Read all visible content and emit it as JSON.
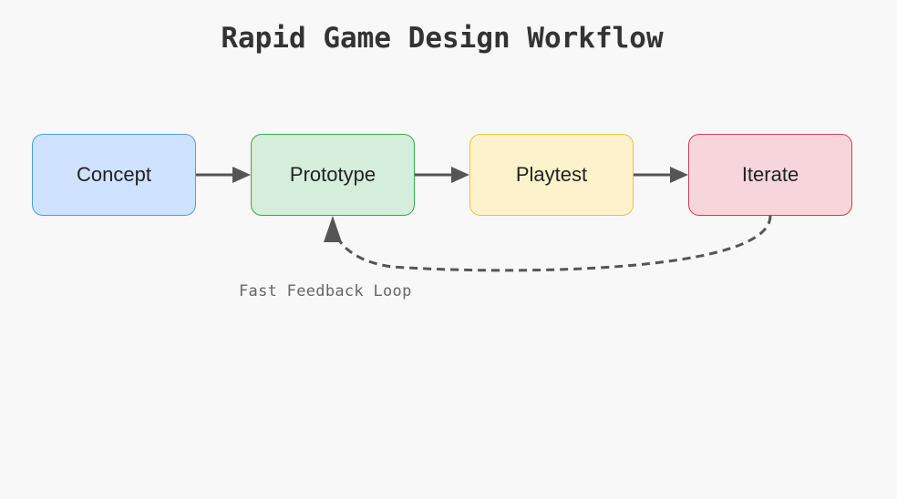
{
  "title": "Rapid Game Design Workflow",
  "nodes": [
    {
      "label": "Concept",
      "fill": "#cfe2ff",
      "border": "#4a9eea"
    },
    {
      "label": "Prototype",
      "fill": "#d5eddb",
      "border": "#3aa84d"
    },
    {
      "label": "Playtest",
      "fill": "#fdf2cc",
      "border": "#f0c23a"
    },
    {
      "label": "Iterate",
      "fill": "#f6d6da",
      "border": "#cc4055"
    }
  ],
  "edges": [
    {
      "from": "Concept",
      "to": "Prototype",
      "style": "solid"
    },
    {
      "from": "Prototype",
      "to": "Playtest",
      "style": "solid"
    },
    {
      "from": "Playtest",
      "to": "Iterate",
      "style": "solid"
    },
    {
      "from": "Iterate",
      "to": "Prototype",
      "style": "dashed"
    }
  ],
  "loop_label": "Fast Feedback Loop",
  "colors": {
    "background": "#f8f8f8",
    "arrow": "#555555",
    "title": "#333333",
    "loop_label": "#666666"
  }
}
